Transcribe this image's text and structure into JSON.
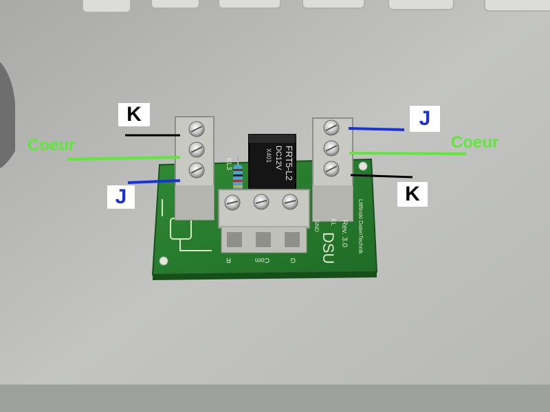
{
  "colors": {
    "coeur": "#5fe83a",
    "j": "#1a33d6",
    "k": "#000000"
  },
  "labels": {
    "k_left": "K",
    "coeur_left": "Coeur",
    "j_left": "J",
    "j_right": "J",
    "coeur_right": "Coeur",
    "k_right": "K"
  },
  "relay": {
    "model": "FRT5-L2",
    "voltage": "DC12V",
    "code": "X401"
  },
  "board": {
    "name": "DSU",
    "revision": "Rev. 3.0",
    "maker": "Littfinski DatenTechnik",
    "connector": "KL3",
    "side_labels": [
      "KL",
      "GND"
    ],
    "terminal_labels": [
      "R",
      "Com",
      "G"
    ]
  }
}
